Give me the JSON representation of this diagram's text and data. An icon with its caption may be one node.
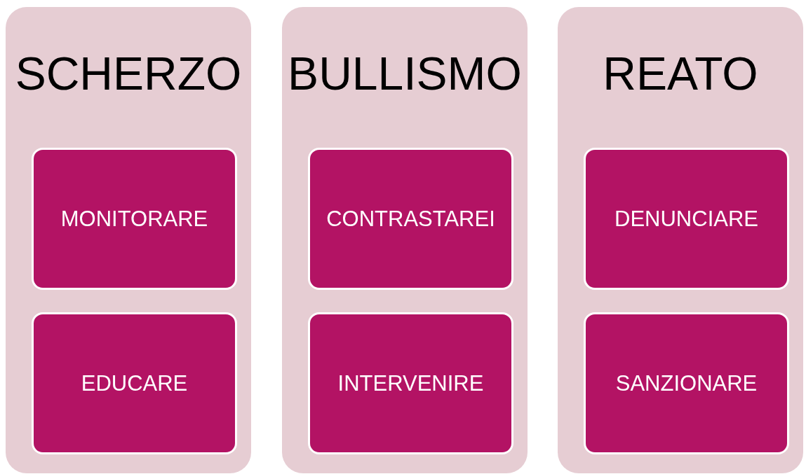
{
  "diagram": {
    "nodes": [
      {
        "text": [
          "SCHERZO"
        ]
      },
      {
        "text": [
          "MONITORARE"
        ],
        "in": 0
      },
      {
        "text": [
          "EDUCARE"
        ],
        "in": 0
      },
      {
        "text": [
          "BULLISMO"
        ]
      },
      {
        "text": [
          "CONTRASTAREI"
        ],
        "in": 3
      },
      {
        "text": [
          "INTERVENIRE"
        ],
        "in": 3
      },
      {
        "text": [
          "REATO"
        ]
      },
      {
        "text": [
          "DENUNCIARE"
        ],
        "in": 6
      },
      {
        "text": [
          "SANZIONARE"
        ],
        "in": 6
      }
    ]
  }
}
